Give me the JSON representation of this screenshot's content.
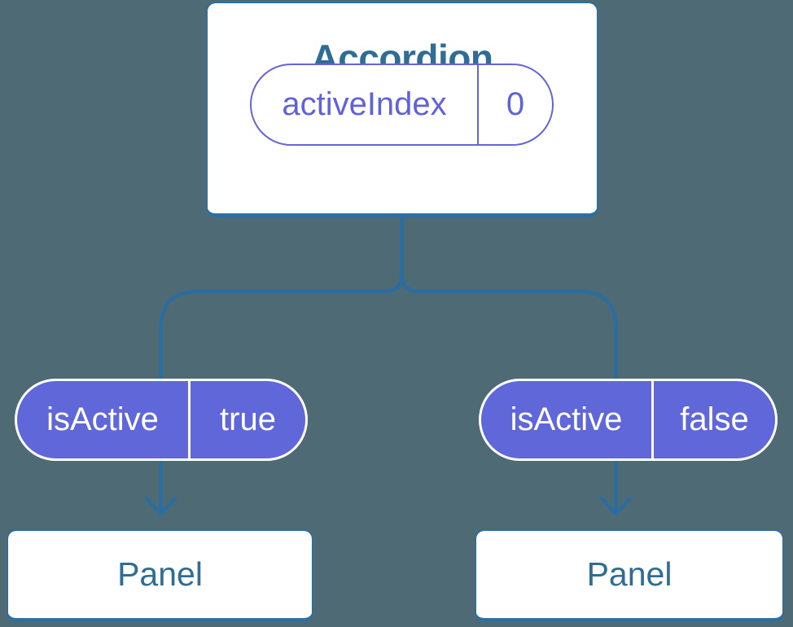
{
  "palette": {
    "background": "#4e6a75",
    "wire_blue": "#2c6da0",
    "node_border_blue": "#2e6f9f",
    "node_text_blue": "#306d94",
    "pill_purple": "#6067d8",
    "pill_border_purple": "#6565d8",
    "pill_text_purple": "#6161da",
    "white": "#ffffff"
  },
  "tree": {
    "root": {
      "title": "Accordion",
      "state": {
        "label": "activeIndex",
        "value": "0"
      }
    },
    "children": [
      {
        "prop": {
          "label": "isActive",
          "value": "true"
        },
        "title": "Panel"
      },
      {
        "prop": {
          "label": "isActive",
          "value": "false"
        },
        "title": "Panel"
      }
    ]
  }
}
